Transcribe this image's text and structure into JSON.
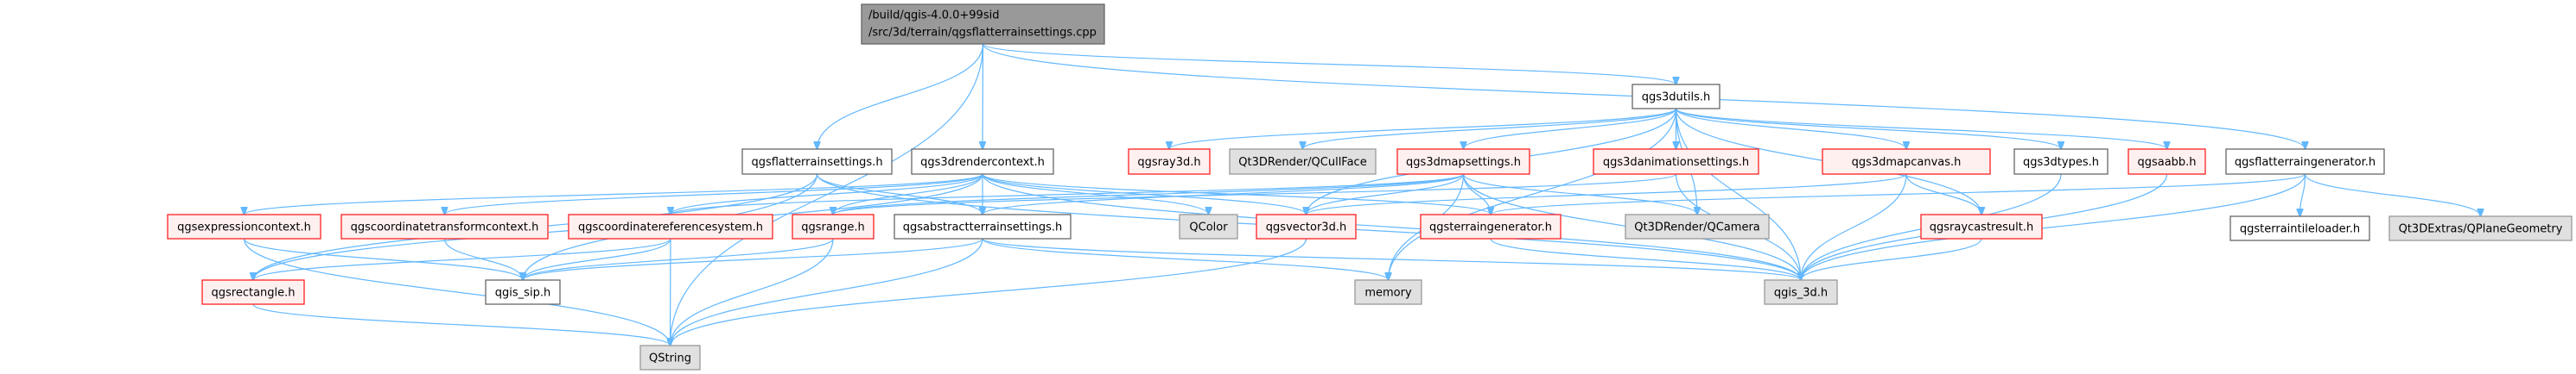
{
  "diagram": {
    "type": "include-dependency-graph",
    "colors": {
      "edge": "#63b8ff",
      "root_fill": "#999999",
      "documented_fill": "#ffffff",
      "documented_border": "#666666",
      "incomplete_fill": "#fff0f0",
      "incomplete_border": "#ff2020",
      "external_fill": "#e0e0e0",
      "external_border": "#999999"
    },
    "root": {
      "id": "root",
      "lines": [
        "/build/qgis-4.0.0+99sid",
        "/src/3d/terrain/qgsflatterrainsettings.cpp"
      ]
    },
    "nodes": [
      {
        "id": "qgs3dutils",
        "label": "qgs3dutils.h",
        "style": "white"
      },
      {
        "id": "qgsflatterrainsettings",
        "label": "qgsflatterrainsettings.h",
        "style": "white"
      },
      {
        "id": "qgs3drendercontext",
        "label": "qgs3drendercontext.h",
        "style": "white"
      },
      {
        "id": "qgsray3d",
        "label": "qgsray3d.h",
        "style": "red"
      },
      {
        "id": "qcullface",
        "label": "Qt3DRender/QCullFace",
        "style": "gray"
      },
      {
        "id": "qgs3dmapsettings",
        "label": "qgs3dmapsettings.h",
        "style": "red"
      },
      {
        "id": "qgs3danimationsettings",
        "label": "qgs3danimationsettings.h",
        "style": "red"
      },
      {
        "id": "qgs3dmapcanvas",
        "label": "qgs3dmapcanvas.h",
        "style": "red"
      },
      {
        "id": "qgs3dtypes",
        "label": "qgs3dtypes.h",
        "style": "white"
      },
      {
        "id": "qgsaabb",
        "label": "qgsaabb.h",
        "style": "red"
      },
      {
        "id": "qgsflatterraingenerator",
        "label": "qgsflatterraingenerator.h",
        "style": "white"
      },
      {
        "id": "qgsexpressioncontext",
        "label": "qgsexpressioncontext.h",
        "style": "red"
      },
      {
        "id": "qgscoordinatetransformcontext",
        "label": "qgscoordinatetransformcontext.h",
        "style": "red"
      },
      {
        "id": "qgscoordinatereferencesystem",
        "label": "qgscoordinatereferencesystem.h",
        "style": "red"
      },
      {
        "id": "qgsrange",
        "label": "qgsrange.h",
        "style": "red"
      },
      {
        "id": "qgsabstractterrainsettings",
        "label": "qgsabstractterrainsettings.h",
        "style": "white"
      },
      {
        "id": "qcolor",
        "label": "QColor",
        "style": "gray"
      },
      {
        "id": "qgsvector3d",
        "label": "qgsvector3d.h",
        "style": "red"
      },
      {
        "id": "qgsterraingenerator",
        "label": "qgsterraingenerator.h",
        "style": "red"
      },
      {
        "id": "qcamera",
        "label": "Qt3DRender/QCamera",
        "style": "gray"
      },
      {
        "id": "qgsraycastresult",
        "label": "qgsraycastresult.h",
        "style": "red"
      },
      {
        "id": "qgsterraintileloader",
        "label": "qgsterraintileloader.h",
        "style": "white"
      },
      {
        "id": "qplanegeometry",
        "label": "Qt3DExtras/QPlaneGeometry",
        "style": "gray"
      },
      {
        "id": "qgsrectangle",
        "label": "qgsrectangle.h",
        "style": "red"
      },
      {
        "id": "qgis_sip",
        "label": "qgis_sip.h",
        "style": "white"
      },
      {
        "id": "memory",
        "label": "memory",
        "style": "gray"
      },
      {
        "id": "qgis_3d",
        "label": "qgis_3d.h",
        "style": "gray"
      },
      {
        "id": "qstring",
        "label": "QString",
        "style": "gray"
      }
    ],
    "edges": [
      [
        "root",
        "qstring"
      ],
      [
        "root",
        "qgsflatterrainsettings"
      ],
      [
        "root",
        "qgs3drendercontext"
      ],
      [
        "root",
        "qgs3dutils"
      ],
      [
        "root",
        "qgsflatterraingenerator"
      ],
      [
        "qgsflatterrainsettings",
        "qgsrectangle"
      ],
      [
        "qgsflatterrainsettings",
        "qgsabstractterrainsettings"
      ],
      [
        "qgsflatterrainsettings",
        "qgis_3d"
      ],
      [
        "qgsflatterrainsettings",
        "qgis_sip"
      ],
      [
        "qgs3drendercontext",
        "qgsexpressioncontext"
      ],
      [
        "qgs3drendercontext",
        "qgscoordinatetransformcontext"
      ],
      [
        "qgs3drendercontext",
        "qgscoordinatereferencesystem"
      ],
      [
        "qgs3drendercontext",
        "qgsrange"
      ],
      [
        "qgs3drendercontext",
        "qgsabstractterrainsettings"
      ],
      [
        "qgs3drendercontext",
        "qcolor"
      ],
      [
        "qgs3drendercontext",
        "qgsvector3d"
      ],
      [
        "qgs3drendercontext",
        "qgsterraingenerator"
      ],
      [
        "qgs3drendercontext",
        "qgis_3d"
      ],
      [
        "qgs3drendercontext",
        "qgsrectangle"
      ],
      [
        "qgs3dutils",
        "qgsray3d"
      ],
      [
        "qgs3dutils",
        "qcullface"
      ],
      [
        "qgs3dutils",
        "qgs3dmapsettings"
      ],
      [
        "qgs3dutils",
        "qgs3danimationsettings"
      ],
      [
        "qgs3dutils",
        "qgs3dmapcanvas"
      ],
      [
        "qgs3dutils",
        "qgs3dtypes"
      ],
      [
        "qgs3dutils",
        "qgsaabb"
      ],
      [
        "qgs3dutils",
        "qgsraycastresult"
      ],
      [
        "qgs3dutils",
        "qcamera"
      ],
      [
        "qgs3dutils",
        "memory"
      ],
      [
        "qgs3dutils",
        "qgis_3d"
      ],
      [
        "qgs3dutils",
        "qgsvector3d"
      ],
      [
        "qgs3dmapsettings",
        "qgsrange"
      ],
      [
        "qgs3dmapsettings",
        "qgscoordinatereferencesystem"
      ],
      [
        "qgs3dmapsettings",
        "qgsvector3d"
      ],
      [
        "qgs3dmapsettings",
        "qgsterraingenerator"
      ],
      [
        "qgs3dmapsettings",
        "qcamera"
      ],
      [
        "qgs3dmapsettings",
        "memory"
      ],
      [
        "qgs3dmapsettings",
        "qgis_3d"
      ],
      [
        "qgs3dmapsettings",
        "qgsabstractterrainsettings"
      ],
      [
        "qgs3danimationsettings",
        "qgsrange"
      ],
      [
        "qgs3danimationsettings",
        "qgis_3d"
      ],
      [
        "qgs3dmapcanvas",
        "qgsraycastresult"
      ],
      [
        "qgs3dmapcanvas",
        "qgis_3d"
      ],
      [
        "qgs3dmapcanvas",
        "qgsvector3d"
      ],
      [
        "qgs3dtypes",
        "qgis_3d"
      ],
      [
        "qgsaabb",
        "qgis_3d"
      ],
      [
        "qgsraycastresult",
        "qgis_3d"
      ],
      [
        "qgsflatterraingenerator",
        "qgsterraingenerator"
      ],
      [
        "qgsflatterraingenerator",
        "qgsterraintileloader"
      ],
      [
        "qgsflatterraingenerator",
        "qplanegeometry"
      ],
      [
        "qgsflatterraingenerator",
        "qgis_3d"
      ],
      [
        "qgsexpressioncontext",
        "qgis_sip"
      ],
      [
        "qgsexpressioncontext",
        "qstring"
      ],
      [
        "qgscoordinatetransformcontext",
        "qgis_sip"
      ],
      [
        "qgscoordinatereferencesystem",
        "qgsrectangle"
      ],
      [
        "qgscoordinatereferencesystem",
        "qgis_sip"
      ],
      [
        "qgscoordinatereferencesystem",
        "qstring"
      ],
      [
        "qgsrange",
        "qgis_sip"
      ],
      [
        "qgsrange",
        "qstring"
      ],
      [
        "qgsabstractterrainsettings",
        "qgis_sip"
      ],
      [
        "qgsabstractterrainsettings",
        "qstring"
      ],
      [
        "qgsabstractterrainsettings",
        "memory"
      ],
      [
        "qgsabstractterrainsettings",
        "qgis_3d"
      ],
      [
        "qgsvector3d",
        "qstring"
      ],
      [
        "qgsterraingenerator",
        "qgis_3d"
      ],
      [
        "qgsrectangle",
        "qstring"
      ]
    ]
  }
}
